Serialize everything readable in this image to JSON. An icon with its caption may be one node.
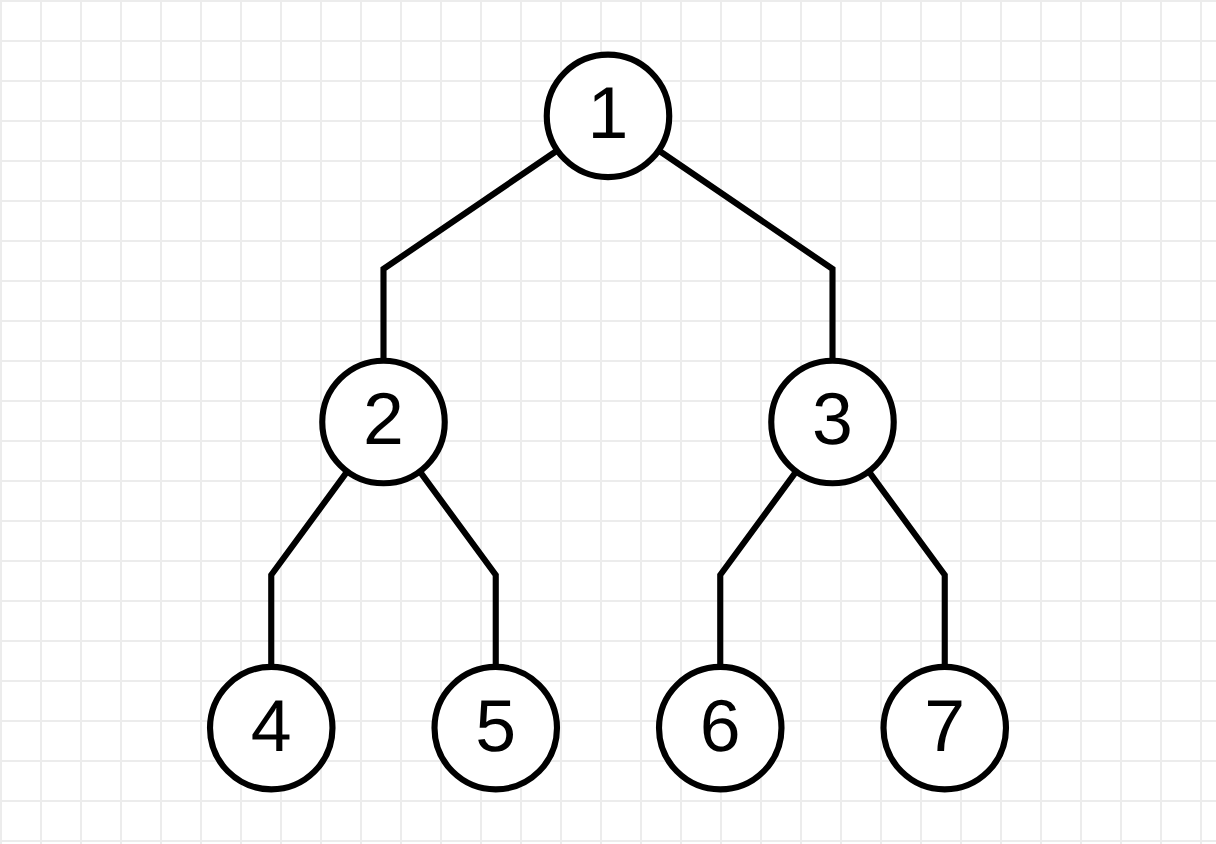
{
  "diagram": {
    "nodes": [
      {
        "text": [
          "1"
        ]
      },
      {
        "text": [
          "2"
        ]
      },
      {
        "text": [
          "3"
        ]
      },
      {
        "text": [
          "4"
        ]
      },
      {
        "text": [
          "5"
        ]
      },
      {
        "text": [
          "6"
        ]
      },
      {
        "text": [
          "7"
        ]
      }
    ],
    "edges": [
      {
        "from": 0,
        "to": 1,
        "arrow": "none"
      },
      {
        "from": 0,
        "to": 2,
        "arrow": "none"
      },
      {
        "from": 1,
        "to": 3,
        "arrow": "none"
      },
      {
        "from": 1,
        "to": 4,
        "arrow": "none"
      },
      {
        "from": 2,
        "to": 5,
        "arrow": "none"
      },
      {
        "from": 2,
        "to": 6,
        "arrow": "none"
      }
    ]
  }
}
